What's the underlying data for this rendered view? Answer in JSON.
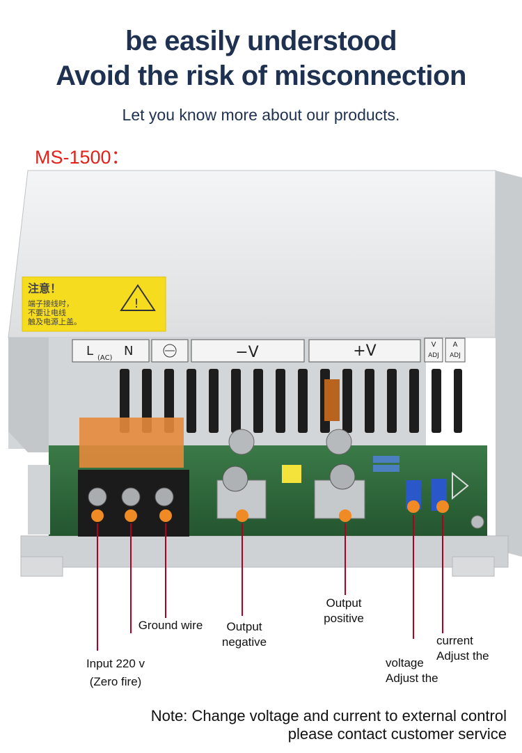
{
  "headline": {
    "line1": "be easily understood",
    "line2": "Avoid the risk of misconnection"
  },
  "subtitle": "Let you know more about our products.",
  "model_label": "MS-1500：",
  "unit": {
    "warning_title": "注意！",
    "warning_lines": [
      "端子接线时，",
      "不要让电线",
      "触及电源上盖。"
    ],
    "terminal_labels": {
      "ac_l": "L",
      "ac_n": "N",
      "ac_sub": "(AC)",
      "neg": "−V",
      "pos": "+V",
      "v_adj_top": "V",
      "v_adj_bottom": "ADJ",
      "a_adj_top": "A",
      "a_adj_bottom": "ADJ"
    },
    "colors": {
      "marker": "#f08a24",
      "leader": "#b00020",
      "pcb": "#2f6b3c",
      "case": "#dfe1e3"
    }
  },
  "callouts": {
    "input": {
      "line1": "Input 220 v",
      "line2": "(Zero fire)"
    },
    "ground": "Ground wire",
    "output_negative": {
      "line1": "Output",
      "line2": "negative"
    },
    "output_positive": {
      "line1": "Output",
      "line2": "positive"
    },
    "voltage": {
      "line1": "voltage",
      "line2": "Adjust the"
    },
    "current": {
      "line1": "current",
      "line2": "Adjust the"
    }
  },
  "note": {
    "line1": "Note: Change voltage and current to external control",
    "line2": "please contact customer service"
  }
}
